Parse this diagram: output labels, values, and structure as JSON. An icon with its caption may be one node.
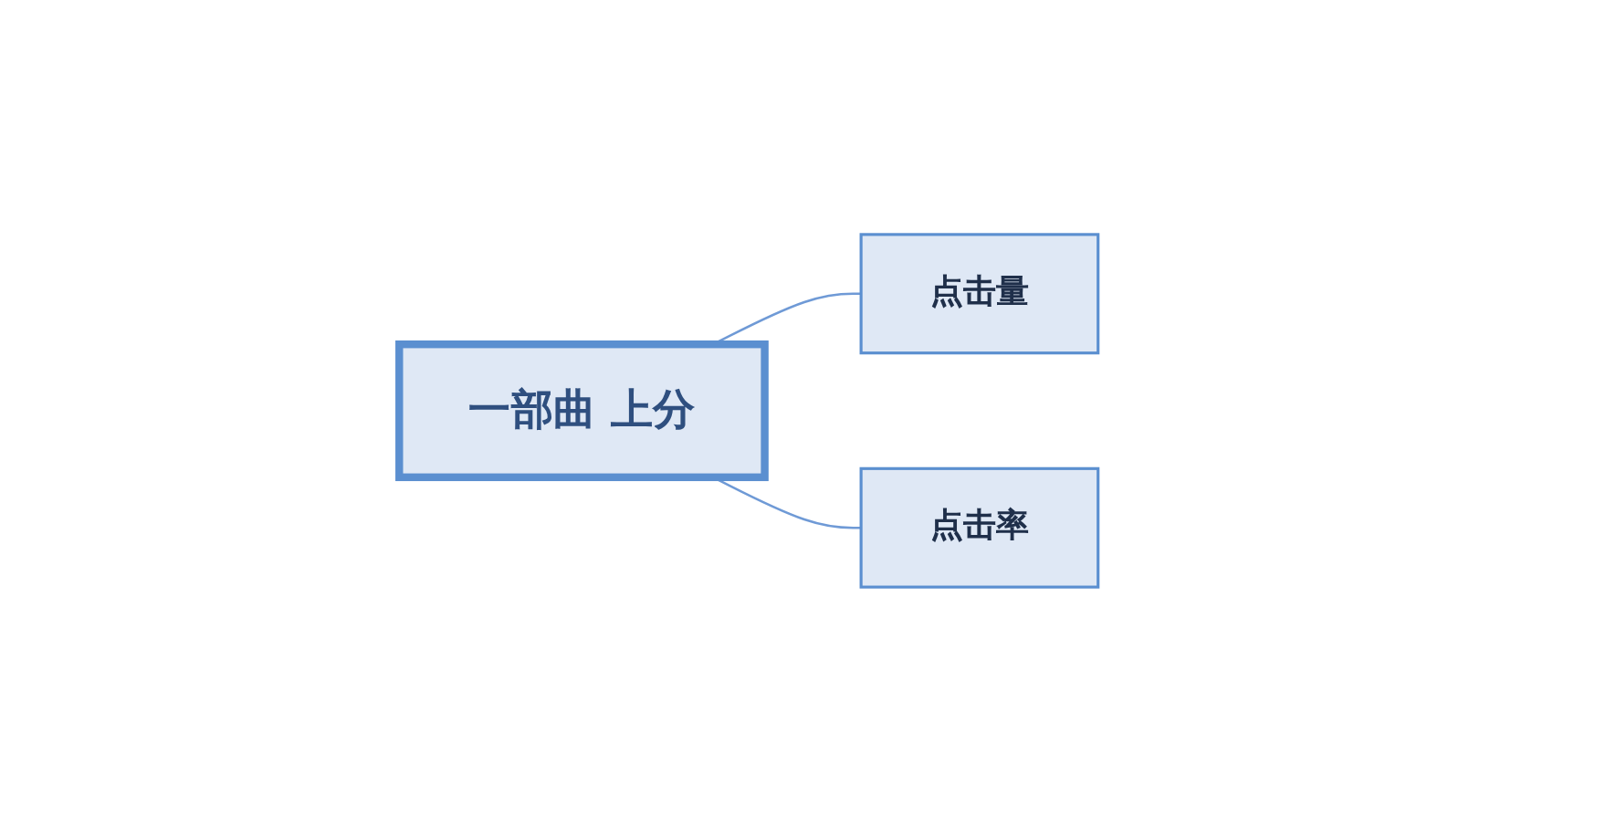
{
  "diagram": {
    "nodes": [
      {
        "text": [
          "一部曲 上分"
        ]
      },
      {
        "text": [
          "点击量"
        ]
      },
      {
        "text": [
          "点击率"
        ]
      }
    ],
    "edges": [
      {
        "from": 0,
        "to": 1,
        "arrow": "none"
      },
      {
        "from": 0,
        "to": 2,
        "arrow": "none"
      }
    ]
  }
}
